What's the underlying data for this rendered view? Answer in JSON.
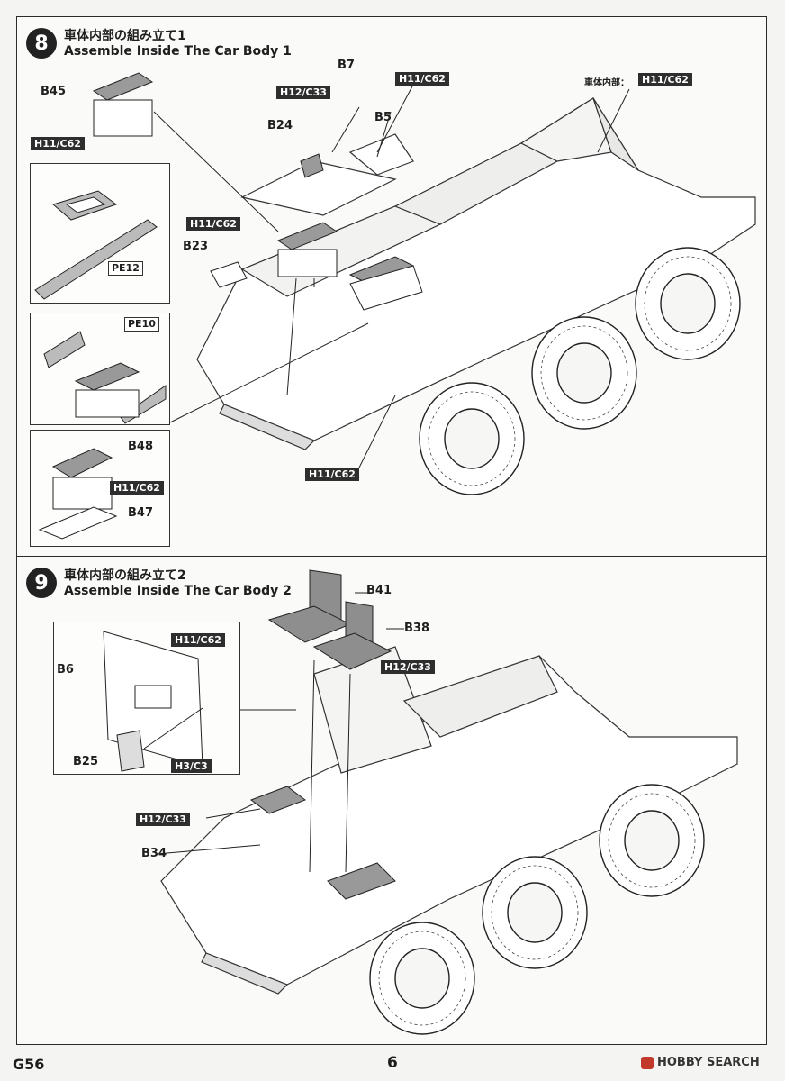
{
  "steps": [
    {
      "number": "8",
      "title_jp": "車体内部の組み立て1",
      "title_en": "Assemble Inside The Car Body 1",
      "labels": {
        "b45": "B45",
        "b7": "B7",
        "h12c33": "H12/C33",
        "b24": "B24",
        "b5": "B5",
        "h11c62_top": "H11/C62",
        "body_interior_prefix": "車体内部：",
        "h11c62_body": "H11/C62",
        "h11c62_b45": "H11/C62",
        "h11c62_b23": "H11/C62",
        "b23": "B23",
        "pe12": "PE12",
        "pe10": "PE10",
        "b48": "B48",
        "h11c62_b48": "H11/C62",
        "b47": "B47",
        "h11c62_bottom": "H11/C62"
      }
    },
    {
      "number": "9",
      "title_jp": "車体内部の組み立て2",
      "title_en": "Assemble Inside The Car Body 2",
      "labels": {
        "b41": "B41",
        "b38": "B38",
        "h12c33_b38": "H12/C33",
        "h11c62": "H11/C62",
        "b6": "B6",
        "b25": "B25",
        "h3c3": "H3/C3",
        "h12c33": "H12/C33",
        "b34": "B34"
      }
    }
  ],
  "footer": {
    "code": "G56",
    "page": "6",
    "watermark": "HOBBY SEARCH"
  }
}
